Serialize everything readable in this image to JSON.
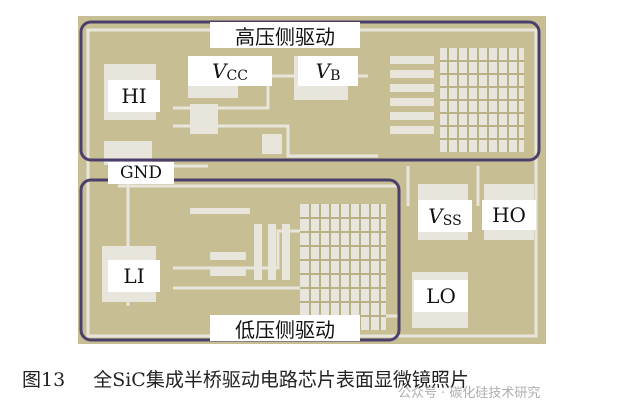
{
  "figure": {
    "labels": {
      "high_side": "高压侧驱动",
      "low_side": "低压侧驱动",
      "hi": "HI",
      "vcc_main": "V",
      "vcc_sub": "CC",
      "vb_main": "V",
      "vb_sub": "B",
      "gnd": "GND",
      "li": "LI",
      "vss_main": "V",
      "vss_sub": "SS",
      "ho": "HO",
      "lo": "LO"
    },
    "colors": {
      "die": "#c7bf93",
      "metal": "#e8e6dc",
      "outline": "#4b3f6b"
    }
  },
  "caption": {
    "number": "图13",
    "text": "全SiC集成半桥驱动电路芯片表面显微镜照片"
  },
  "watermark": "公众号 · 碳化硅技术研究"
}
